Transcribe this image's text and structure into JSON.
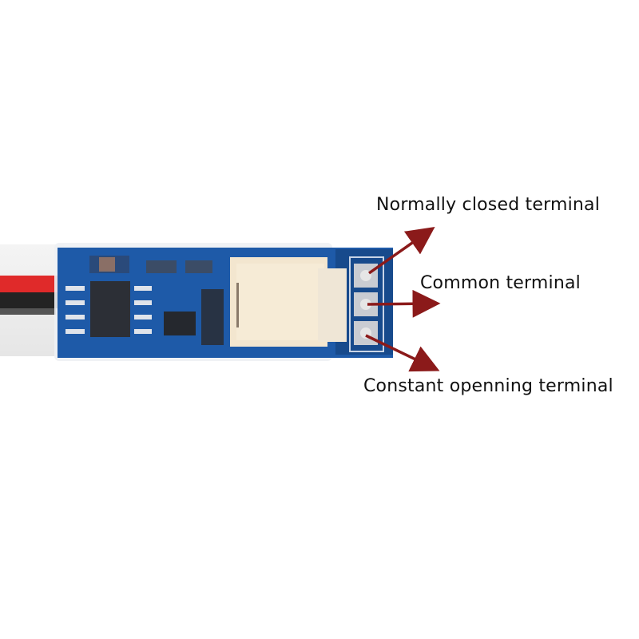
{
  "labels": {
    "normally_closed": "Normally closed terminal",
    "common": "Common terminal",
    "constant_opening": "Constant openning terminal"
  },
  "colors": {
    "arrow": "#8b1a1a",
    "pcb": "#1e5aa8",
    "pcb_dark": "#174a8c",
    "relay": "#f3e6cf",
    "wire_red": "#e02a2a",
    "wire_black": "#222222",
    "pad": "#c9ccd2"
  }
}
